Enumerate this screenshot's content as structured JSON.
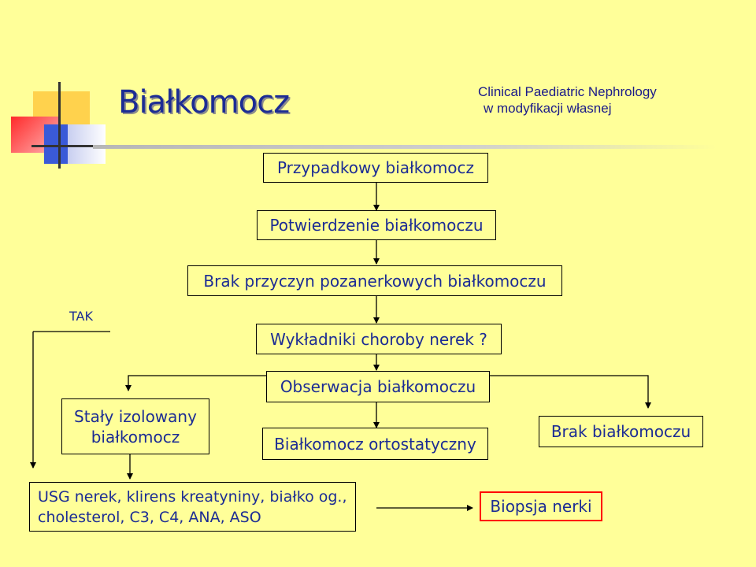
{
  "header": {
    "title": "Białkomocz",
    "source_line1": "Clinical Paediatric Nephrology",
    "source_line2": "w modyfikacji własnej"
  },
  "flowchart": {
    "nodes": {
      "przypadkowy": "Przypadkowy białkomocz",
      "potwierdzenie": "Potwierdzenie białkomoczu",
      "brak_przyczyn": "Brak przyczyn pozanerkowych białkomoczu",
      "wykladniki": "Wykładniki choroby nerek ?",
      "staly_line1": "Stały izolowany",
      "staly_line2": "białkomocz",
      "obserwacja": "Obserwacja białkomoczu",
      "ortostatyczny": "Białkomocz ortostatyczny",
      "brak_bialkomoczu": "Brak białkomoczu",
      "usg_line1": "USG nerek, klirens kreatyniny, białko og.,",
      "usg_line2": "cholesterol, C3, C4, ANA, ASO",
      "biopsja": "Biopsja nerki"
    },
    "edge_labels": {
      "tak": "TAK"
    }
  },
  "colors": {
    "background": "#ffff99",
    "text": "#1c2c94",
    "highlight_box": "#ff0000",
    "deco_yellow": "#ffd24d",
    "deco_red": "#ff3333",
    "deco_blue": "#3a5ad8"
  }
}
